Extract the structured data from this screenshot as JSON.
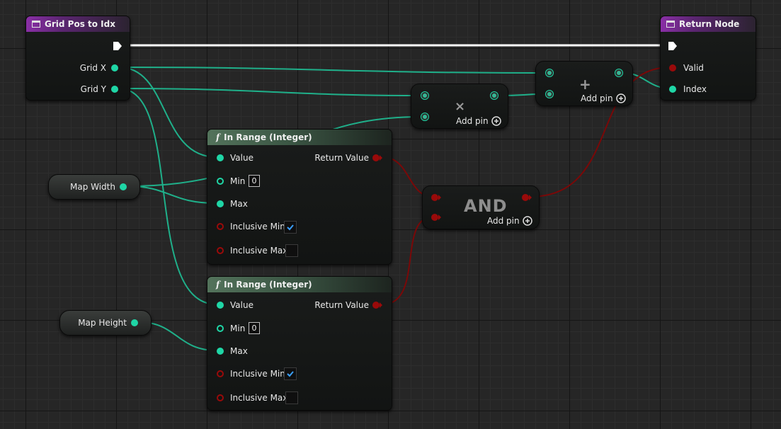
{
  "colors": {
    "int_pin": "#1fd6a6",
    "bool_pin": "#9a0a0a",
    "exec_pin": "#ffffff",
    "function_entry_header": "#8a2fa6",
    "pure_function_header": "#53735b"
  },
  "entry_node": {
    "title": "Grid Pos to Idx",
    "icon": "function-icon",
    "pins": {
      "grid_x": "Grid X",
      "grid_y": "Grid Y"
    }
  },
  "return_node": {
    "title": "Return Node",
    "icon": "function-icon",
    "pins": {
      "valid": "Valid",
      "index": "Index"
    }
  },
  "multiply_node": {
    "symbol": "×",
    "add_pin": "Add pin"
  },
  "add_node": {
    "symbol": "+",
    "add_pin": "Add pin"
  },
  "and_node": {
    "title": "AND",
    "add_pin": "Add pin"
  },
  "in_range_nodes": [
    {
      "icon": "f",
      "title": "In Range (Integer)",
      "value": "Value",
      "return_value": "Return Value",
      "min": "Min",
      "min_value": "0",
      "max": "Max",
      "inclusive_min": "Inclusive Min",
      "inclusive_min_checked": true,
      "inclusive_max": "Inclusive Max",
      "inclusive_max_checked": false
    },
    {
      "icon": "f",
      "title": "In Range (Integer)",
      "value": "Value",
      "return_value": "Return Value",
      "min": "Min",
      "min_value": "0",
      "max": "Max",
      "inclusive_min": "Inclusive Min",
      "inclusive_min_checked": true,
      "inclusive_max": "Inclusive Max",
      "inclusive_max_checked": false
    }
  ],
  "variables": {
    "map_width": "Map Width",
    "map_height": "Map Height"
  }
}
